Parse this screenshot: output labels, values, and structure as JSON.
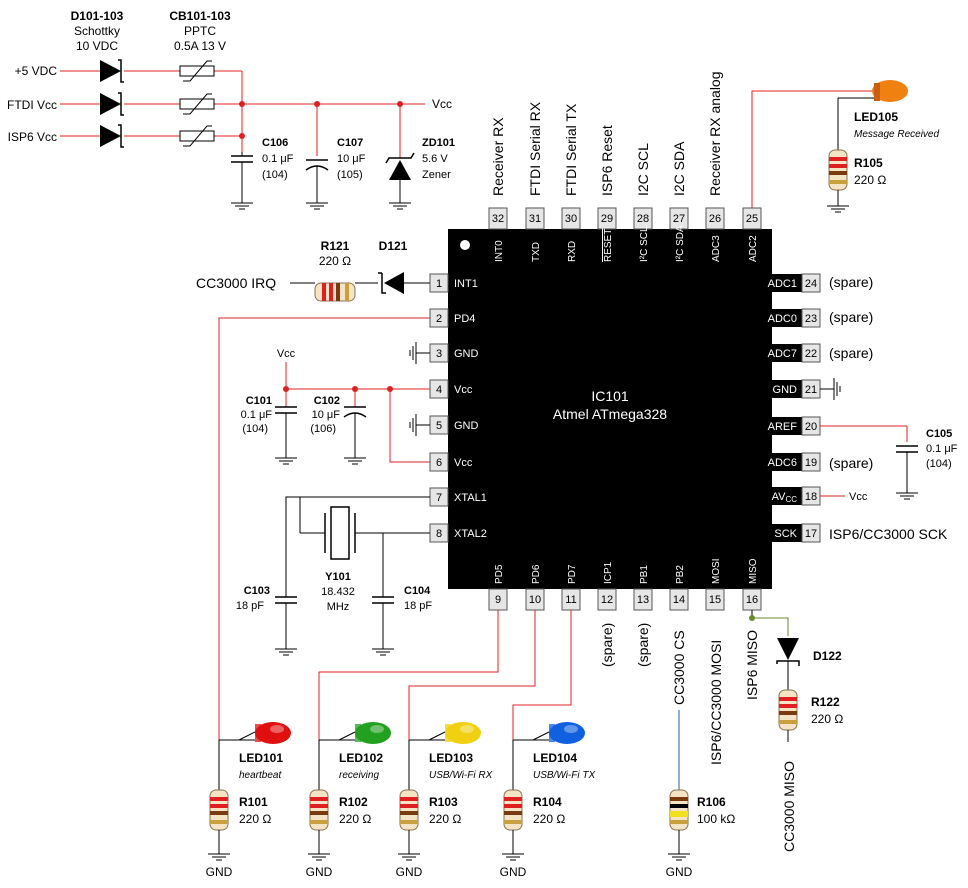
{
  "power": {
    "sources": [
      "+5 VDC",
      "FTDI Vcc",
      "ISP6 Vcc"
    ],
    "diodes": {
      "ref": "D101-103",
      "type": "Schottky",
      "rating": "10 VDC"
    },
    "fuses": {
      "ref": "CB101-103",
      "type": "PPTC",
      "rating": "0.5A 13 V"
    },
    "rail_label": "Vcc",
    "c106": {
      "ref": "C106",
      "value": "0.1 μF",
      "code": "(104)"
    },
    "c107": {
      "ref": "C107",
      "value": "10 μF",
      "code": "(105)"
    },
    "zd101": {
      "ref": "ZD101",
      "value": "5.6 V",
      "type": "Zener"
    }
  },
  "chip": {
    "ref": "IC101",
    "name": "Atmel ATmega328",
    "left_pins": [
      {
        "num": "1",
        "name": "INT1"
      },
      {
        "num": "2",
        "name": "PD4"
      },
      {
        "num": "3",
        "name": "GND"
      },
      {
        "num": "4",
        "name": "Vcc"
      },
      {
        "num": "5",
        "name": "GND"
      },
      {
        "num": "6",
        "name": "Vcc"
      },
      {
        "num": "7",
        "name": "XTAL1"
      },
      {
        "num": "8",
        "name": "XTAL2"
      }
    ],
    "bottom_pins": [
      {
        "num": "9",
        "name": "PD5"
      },
      {
        "num": "10",
        "name": "PD6"
      },
      {
        "num": "11",
        "name": "PD7"
      },
      {
        "num": "12",
        "name": "ICP1"
      },
      {
        "num": "13",
        "name": "PB1"
      },
      {
        "num": "14",
        "name": "PB2"
      },
      {
        "num": "15",
        "name": "MOSI"
      },
      {
        "num": "16",
        "name": "MISO"
      }
    ],
    "right_pins": [
      {
        "num": "24",
        "name": "ADC1"
      },
      {
        "num": "23",
        "name": "ADC0"
      },
      {
        "num": "22",
        "name": "ADC7"
      },
      {
        "num": "21",
        "name": "GND"
      },
      {
        "num": "20",
        "name": "AREF"
      },
      {
        "num": "19",
        "name": "ADC6"
      },
      {
        "num": "18",
        "name": "AV",
        "sub": "CC"
      },
      {
        "num": "17",
        "name": "SCK"
      }
    ],
    "top_pins": [
      {
        "num": "32",
        "name": "INT0"
      },
      {
        "num": "31",
        "name": "TXD"
      },
      {
        "num": "30",
        "name": "RXD"
      },
      {
        "num": "29",
        "name": "RESET"
      },
      {
        "num": "28",
        "name": "I²C SCL"
      },
      {
        "num": "27",
        "name": "I²C SDA"
      },
      {
        "num": "26",
        "name": "ADC3"
      },
      {
        "num": "25",
        "name": "ADC2"
      }
    ]
  },
  "top_signals": [
    "Receiver RX",
    "FTDI Serial RX",
    "FTDI Serial TX",
    "ISP6 Reset",
    "I2C SCL",
    "I2C SDA",
    "Receiver RX analog"
  ],
  "right_signals": [
    "(spare)",
    "(spare)",
    "(spare)",
    "(spare)",
    "ISP6/CC3000 SCK"
  ],
  "bottom_signals": [
    "(spare)",
    "(spare)",
    "CC3000 CS",
    "ISP6/CC3000 MOSI",
    "ISP6 MISO"
  ],
  "irq": {
    "label": "CC3000 IRQ",
    "r_ref": "R121",
    "r_val": "220 Ω",
    "d_ref": "D121"
  },
  "decoupling": {
    "vcc_label": "Vcc",
    "c101": {
      "ref": "C101",
      "value": "0.1 μF",
      "code": "(104)"
    },
    "c102": {
      "ref": "C102",
      "value": "10 μF",
      "code": "(106)"
    }
  },
  "crystal": {
    "c103": {
      "ref": "C103",
      "value": "18 pF"
    },
    "y101": {
      "ref": "Y101",
      "value": "18.432",
      "unit": "MHz"
    },
    "c104": {
      "ref": "C104",
      "value": "18 pF"
    }
  },
  "aref_cap": {
    "ref": "C105",
    "value": "0.1 μF",
    "code": "(104)"
  },
  "avcc_label": "Vcc",
  "led105": {
    "ref": "LED105",
    "desc": "Message Received",
    "r_ref": "R105",
    "r_val": "220 Ω"
  },
  "leds": [
    {
      "ref": "LED101",
      "desc": "heartbeat",
      "r_ref": "R101",
      "r_val": "220 Ω",
      "color": "#e01010"
    },
    {
      "ref": "LED102",
      "desc": "receiving",
      "r_ref": "R102",
      "r_val": "220 Ω",
      "color": "#22a020"
    },
    {
      "ref": "LED103",
      "desc": "USB/Wi-Fi RX",
      "r_ref": "R103",
      "r_val": "220 Ω",
      "color": "#f0d010"
    },
    {
      "ref": "LED104",
      "desc": "USB/Wi-Fi TX",
      "r_ref": "R104",
      "r_val": "220 Ω",
      "color": "#1060e0"
    }
  ],
  "led105_color": "#f08010",
  "r106": {
    "ref": "R106",
    "value": "100 kΩ"
  },
  "d122": {
    "ref": "D122",
    "r_ref": "R122",
    "r_val": "220 Ω",
    "miso_label": "CC3000 MISO"
  },
  "gnd_label": "GND"
}
